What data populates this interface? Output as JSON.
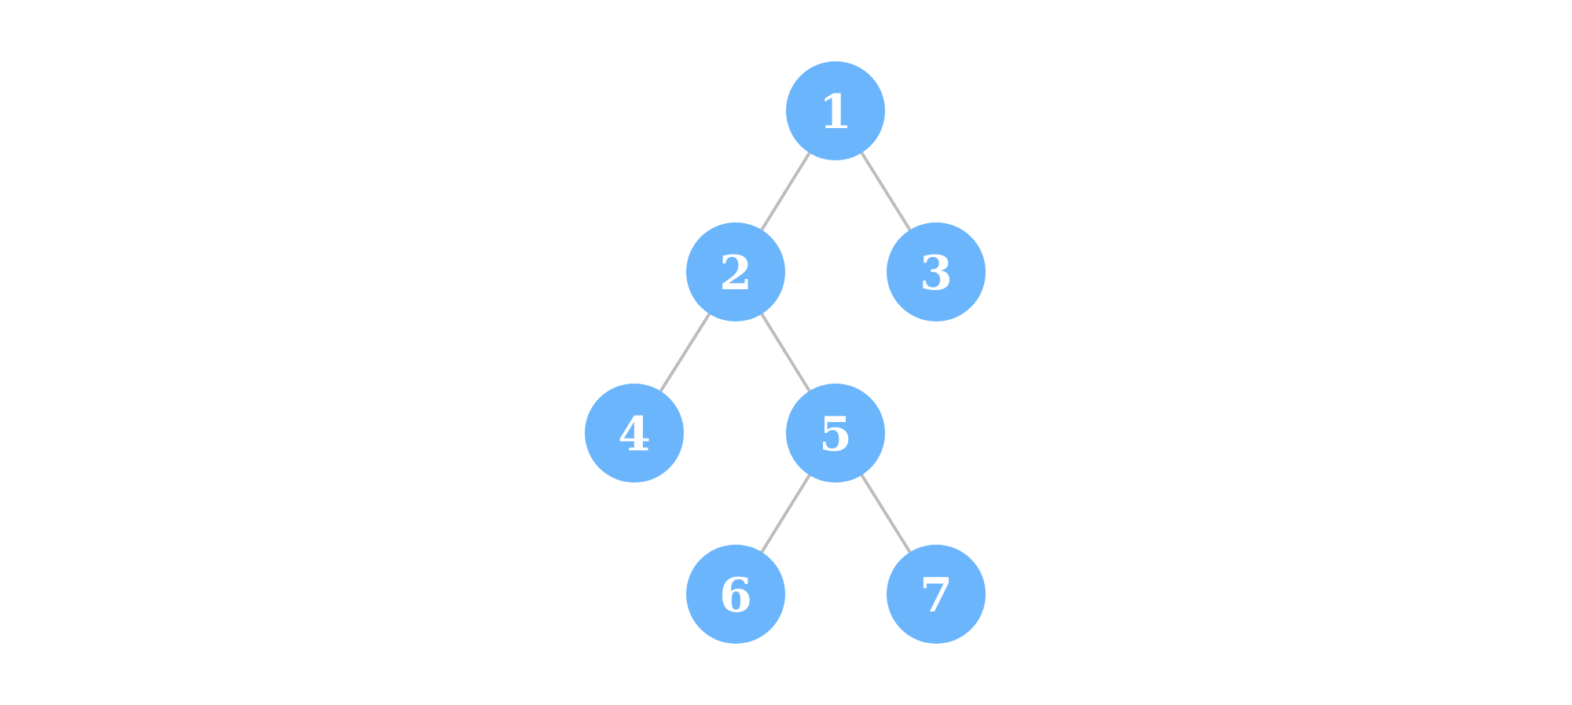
{
  "diagram": {
    "nodes": [
      {
        "id": "n1",
        "label": "1"
      },
      {
        "id": "n2",
        "label": "2"
      },
      {
        "id": "n3",
        "label": "3"
      },
      {
        "id": "n4",
        "label": "4"
      },
      {
        "id": "n5",
        "label": "5"
      },
      {
        "id": "n6",
        "label": "6"
      },
      {
        "id": "n7",
        "label": "7"
      }
    ],
    "edges": [
      {
        "from": "n1",
        "to": "n2"
      },
      {
        "from": "n1",
        "to": "n3"
      },
      {
        "from": "n2",
        "to": "n4"
      },
      {
        "from": "n2",
        "to": "n5"
      },
      {
        "from": "n5",
        "to": "n6"
      },
      {
        "from": "n5",
        "to": "n7"
      }
    ],
    "colors": {
      "node_fill": "#6bb5fd",
      "label": "#ffffff",
      "edge": "#bdbdbd"
    }
  }
}
